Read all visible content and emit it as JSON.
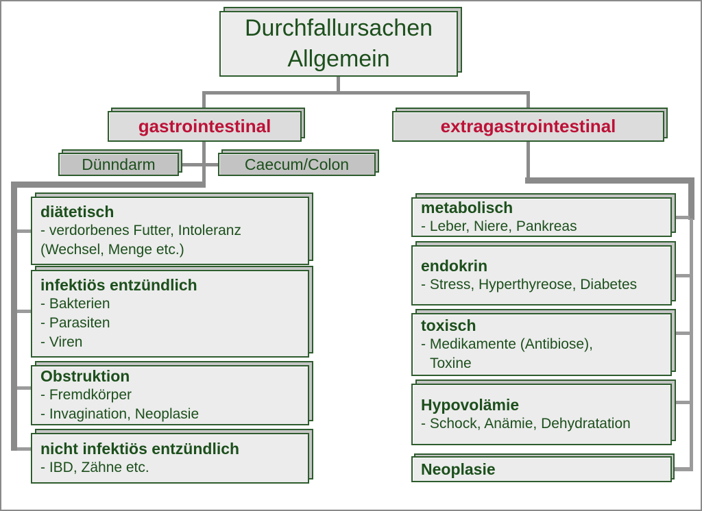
{
  "title": {
    "line1": "Durchfallursachen",
    "line2": "Allgemein"
  },
  "branches": {
    "gastro": {
      "label": "gastrointestinal"
    },
    "extragastro": {
      "label": "extragastrointestinal"
    }
  },
  "regions": {
    "duenndarm": {
      "label": "Dünndarm"
    },
    "caecum": {
      "label": "Caecum/Colon"
    }
  },
  "left_column": [
    {
      "header": "diätetisch",
      "lines": [
        "- verdorbenes Futter, Intoleranz",
        "(Wechsel, Menge etc.)"
      ]
    },
    {
      "header": "infektiös entzündlich",
      "lines": [
        "- Bakterien",
        "- Parasiten",
        "- Viren"
      ]
    },
    {
      "header": "Obstruktion",
      "lines": [
        "- Fremdkörper",
        "- Invagination, Neoplasie"
      ]
    },
    {
      "header": "nicht infektiös entzündlich",
      "lines": [
        "- IBD, Zähne etc."
      ]
    }
  ],
  "right_column": [
    {
      "header": "metabolisch",
      "lines": [
        "- Leber, Niere, Pankreas"
      ]
    },
    {
      "header": "endokrin",
      "lines": [
        "- Stress, Hyperthyreose, Diabetes"
      ]
    },
    {
      "header": "toxisch",
      "lines": [
        "- Medikamente (Antibiose),",
        "Toxine"
      ]
    },
    {
      "header": "Hypovolämie",
      "lines": [
        "- Schock, Anämie, Dehydratation"
      ]
    },
    {
      "header": "Neoplasie",
      "lines": []
    }
  ],
  "colors": {
    "box_fill": "#ececec",
    "branch_fill": "#dcdcdc",
    "region_fill": "#c3c3c3",
    "border_green": "#2e5c2e",
    "text_green": "#1c4f1c",
    "accent_red": "#bd1137",
    "connector_gray": "#8c8c8c",
    "connector_light": "#9b9b9b"
  }
}
